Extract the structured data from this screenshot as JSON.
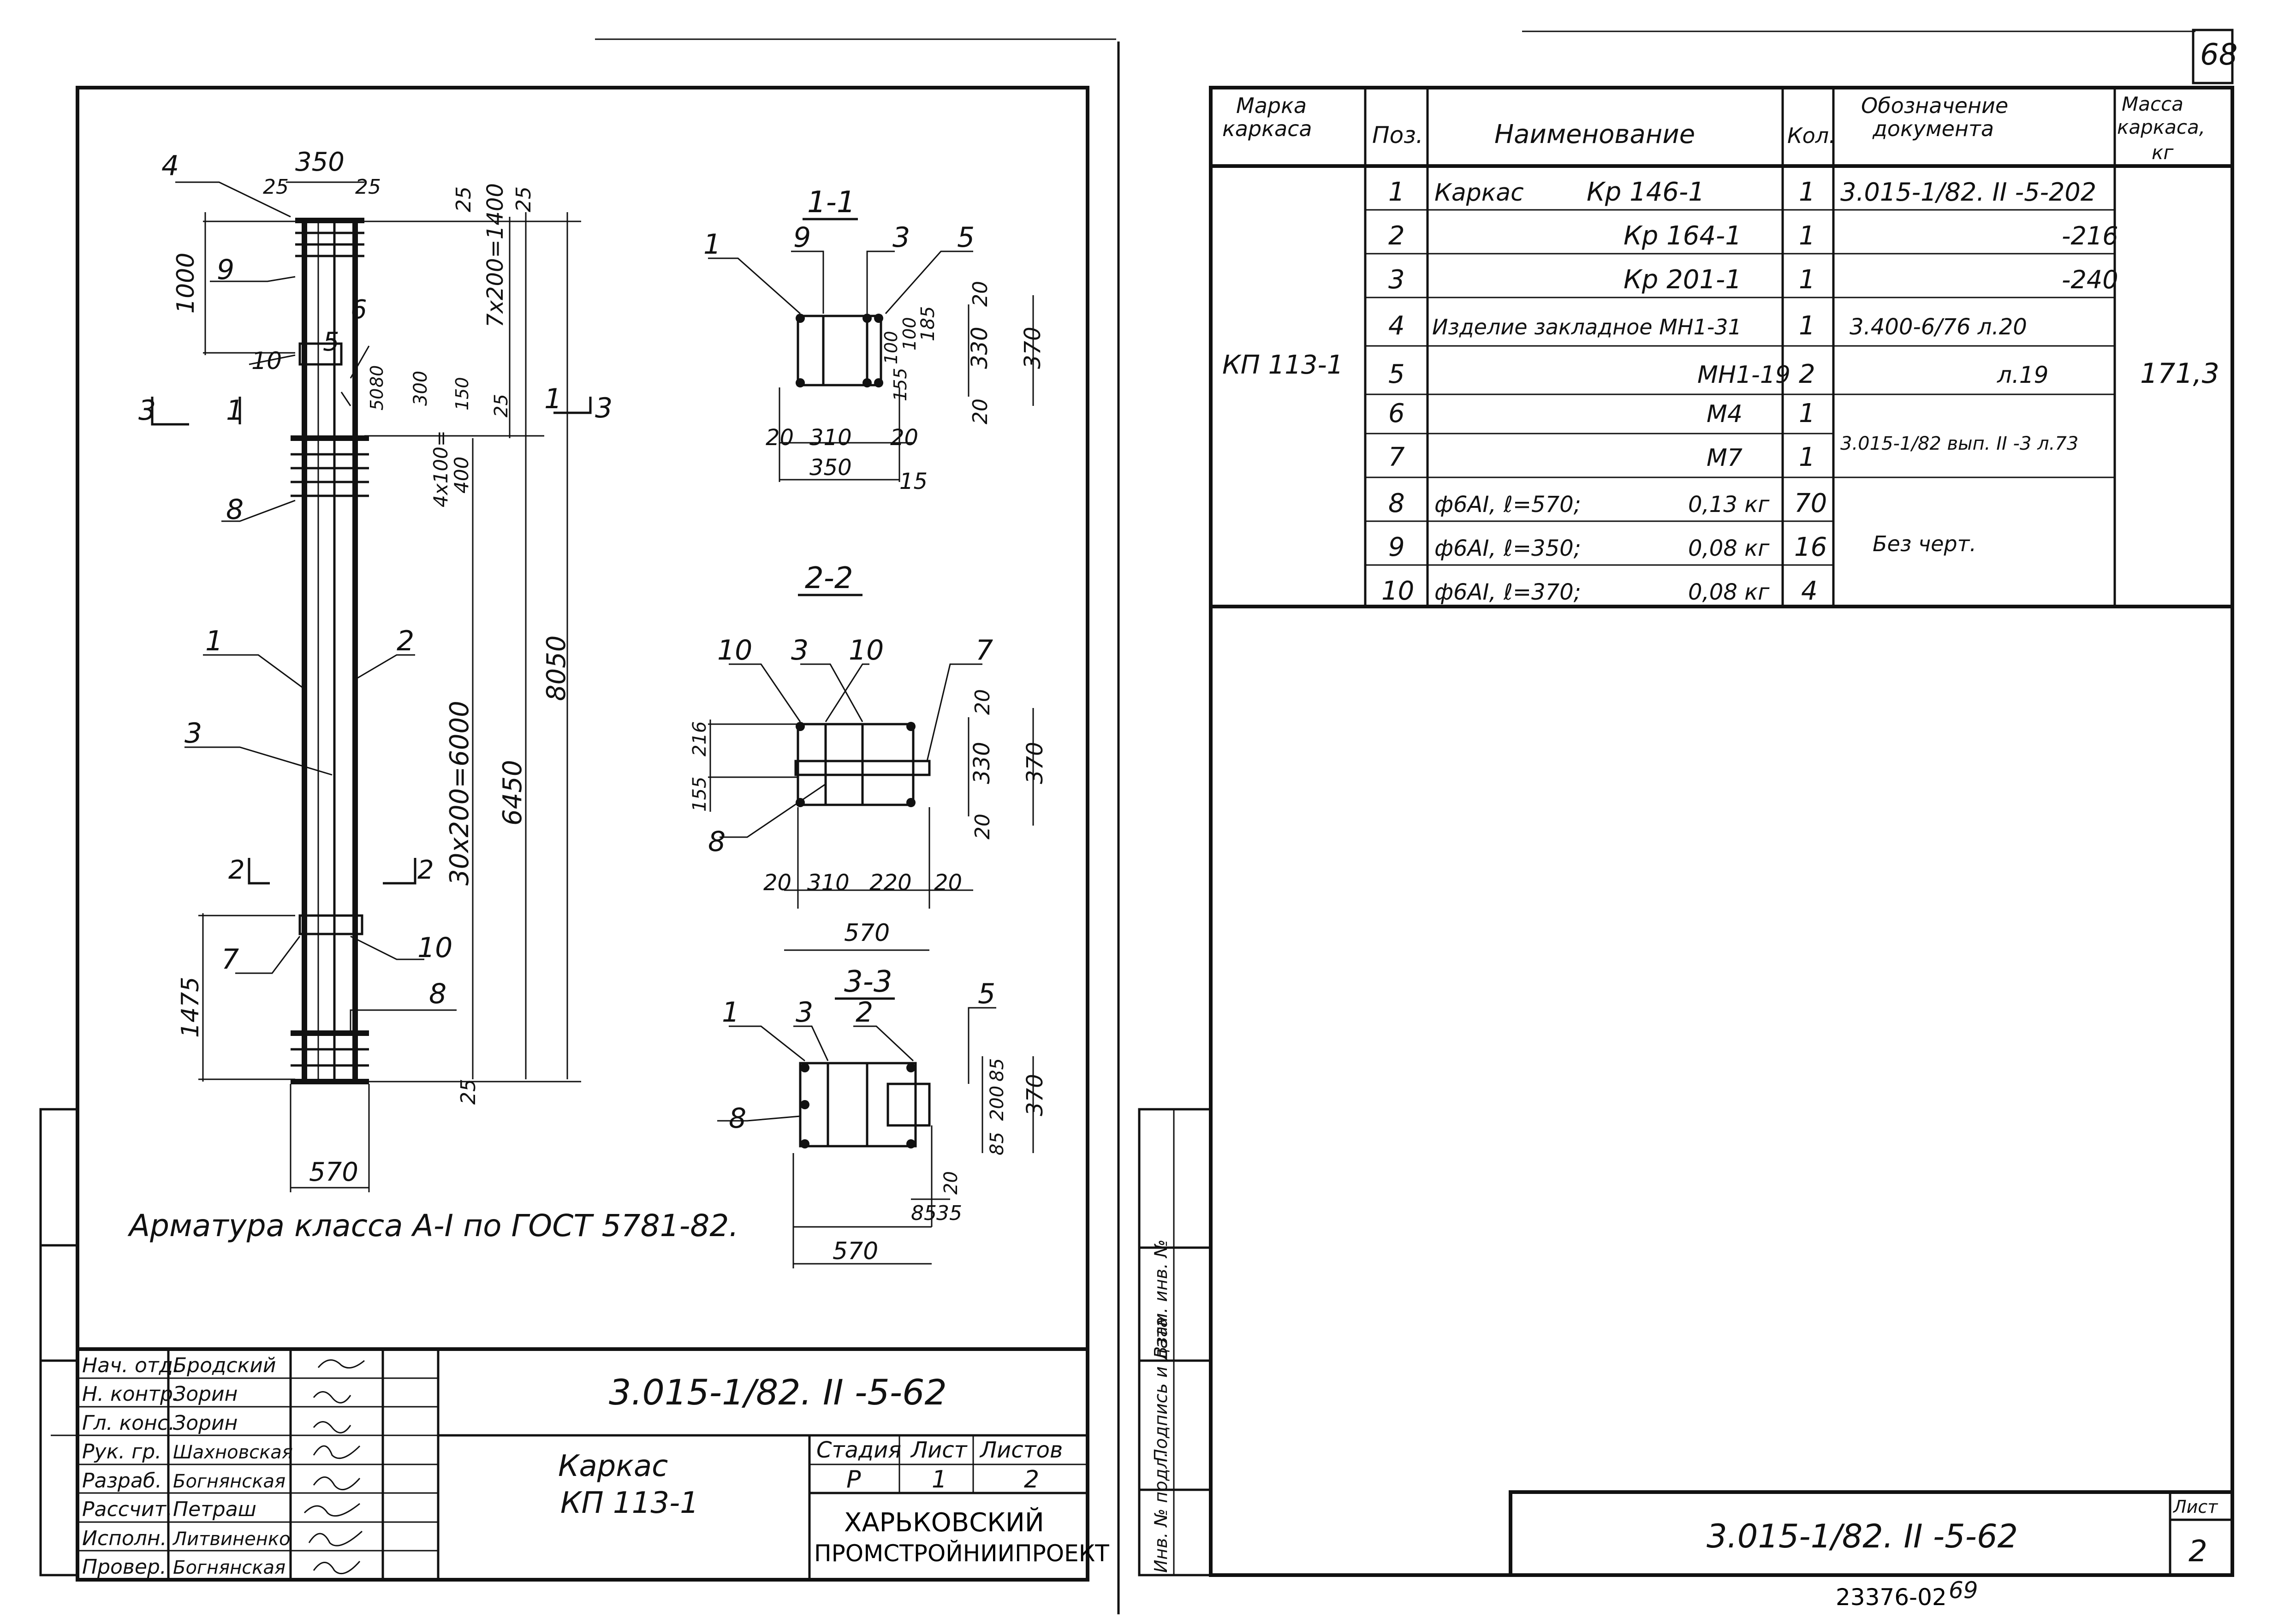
{
  "page_number": "68",
  "left_sheet": {
    "views": {
      "elevation_dims": {
        "top_width": "350",
        "top_cover_l": "25",
        "top_cover_r": "25",
        "top_d1": "25",
        "top_d2": "25",
        "seg_1000": "1000",
        "stirrups_top": "7x200=1400",
        "d_80": "80",
        "d_50": "50",
        "d_300": "300",
        "d_150": "150",
        "d_25_mid": "25",
        "mesh_4x100": "4x100=",
        "mesh_400": "400",
        "stirrups_main": "30x200=6000",
        "len_6450": "6450",
        "len_8050": "8050",
        "seg_1475": "1475",
        "bottom_cover": "25",
        "bottom_width": "570"
      },
      "elevation_positions": [
        "4",
        "9",
        "10",
        "6",
        "5",
        "8",
        "1",
        "2",
        "3",
        "7",
        "10",
        "8"
      ],
      "section_marks": {
        "s1": "1",
        "s3": "3",
        "s2": "2"
      },
      "section_1_1": {
        "title": "1-1",
        "positions": [
          "1",
          "9",
          "3",
          "5"
        ],
        "dims": [
          "20",
          "310",
          "20",
          "350",
          "15",
          "100",
          "100",
          "185",
          "155",
          "20",
          "330",
          "20",
          "370"
        ]
      },
      "section_2_2": {
        "title": "2-2",
        "positions": [
          "10",
          "3",
          "10",
          "7",
          "8"
        ],
        "dims": [
          "155",
          "216",
          "20",
          "330",
          "20",
          "370",
          "20",
          "310",
          "220",
          "20",
          "570"
        ]
      },
      "section_3_3": {
        "title": "3-3",
        "positions": [
          "1",
          "3",
          "2",
          "5",
          "8"
        ],
        "dims": [
          "85",
          "200",
          "85",
          "370",
          "20",
          "85",
          "35",
          "570"
        ]
      }
    },
    "note": "Арматура класса А-I по ГОСТ 5781-82.",
    "title_block": {
      "code": "3.015-1/82. II -5-62",
      "name_line1": "Каркас",
      "name_line2": "КП 113-1",
      "stage_header": "Стадия",
      "sheet_header": "Лист",
      "sheets_header": "Листов",
      "stage": "Р",
      "sheet": "1",
      "sheets": "2",
      "org_line1": "ХАРЬКОВСКИЙ",
      "org_line2": "ПРОМСТРОЙНИИПРОЕКТ",
      "signatures": [
        {
          "role": "Нач. отд.",
          "name": "Бродский"
        },
        {
          "role": "Н. контр.",
          "name": "Зорин"
        },
        {
          "role": "Гл. конс.",
          "name": "Зорин"
        },
        {
          "role": "Рук. гр.",
          "name": "Шахновская"
        },
        {
          "role": "Разраб.",
          "name": "Богнянская"
        },
        {
          "role": "Рассчит.",
          "name": "Петраш"
        },
        {
          "role": "Исполн.",
          "name": "Литвиненко"
        },
        {
          "role": "Провер.",
          "name": "Богнянская"
        }
      ]
    }
  },
  "right_sheet": {
    "spec_table": {
      "headers": {
        "mark": [
          "Марка",
          "каркаса"
        ],
        "pos": "Поз.",
        "name": "Наименование",
        "qty": "Кол.",
        "doc": [
          "Обозначение",
          "документа"
        ],
        "mass": [
          "Масса",
          "каркаса,",
          "кг"
        ]
      },
      "mark": "КП 113-1",
      "mass": "171,3",
      "rows": [
        {
          "pos": "1",
          "name_a": "Каркас",
          "name_b": "Кр 146-1",
          "qty": "1",
          "doc": "3.015-1/82. II -5-202"
        },
        {
          "pos": "2",
          "name_a": "",
          "name_b": "Кр 164-1",
          "qty": "1",
          "doc": "-216"
        },
        {
          "pos": "3",
          "name_a": "",
          "name_b": "Кр 201-1",
          "qty": "1",
          "doc": "-240"
        },
        {
          "pos": "4",
          "name_a": "Изделие закладное МН1-31",
          "name_b": "",
          "qty": "1",
          "doc": "3.400-6/76 л.20"
        },
        {
          "pos": "5",
          "name_a": "",
          "name_b": "МН1-19",
          "qty": "2",
          "doc": "л.19"
        },
        {
          "pos": "6",
          "name_a": "",
          "name_b": "М4",
          "qty": "1",
          "doc": ""
        },
        {
          "pos": "7",
          "name_a": "",
          "name_b": "М7",
          "qty": "1",
          "doc": ""
        },
        {
          "pos": "8",
          "name_a": "ф6АI,",
          "name_b": "ℓ=570;",
          "name_c": "0,13 кг",
          "qty": "70",
          "doc": ""
        },
        {
          "pos": "9",
          "name_a": "ф6АI,",
          "name_b": "ℓ=350;",
          "name_c": "0,08 кг",
          "qty": "16",
          "doc": ""
        },
        {
          "pos": "10",
          "name_a": "ф6АI,",
          "name_b": "ℓ=370;",
          "name_c": "0,08 кг",
          "qty": "4",
          "doc": ""
        }
      ],
      "doc_merged_6_7": "3.015-1/82 вып. II -3 л.73",
      "doc_merged_8_10": "Без черт."
    },
    "side_stamp": [
      "Инв. № подл.",
      "Подпись и дата",
      "Взам. инв. №"
    ],
    "title_block": {
      "code": "3.015-1/82. II -5-62",
      "sheet_header": "Лист",
      "sheet": "2"
    },
    "archive_number": "23376-02",
    "archive_page": "69"
  }
}
